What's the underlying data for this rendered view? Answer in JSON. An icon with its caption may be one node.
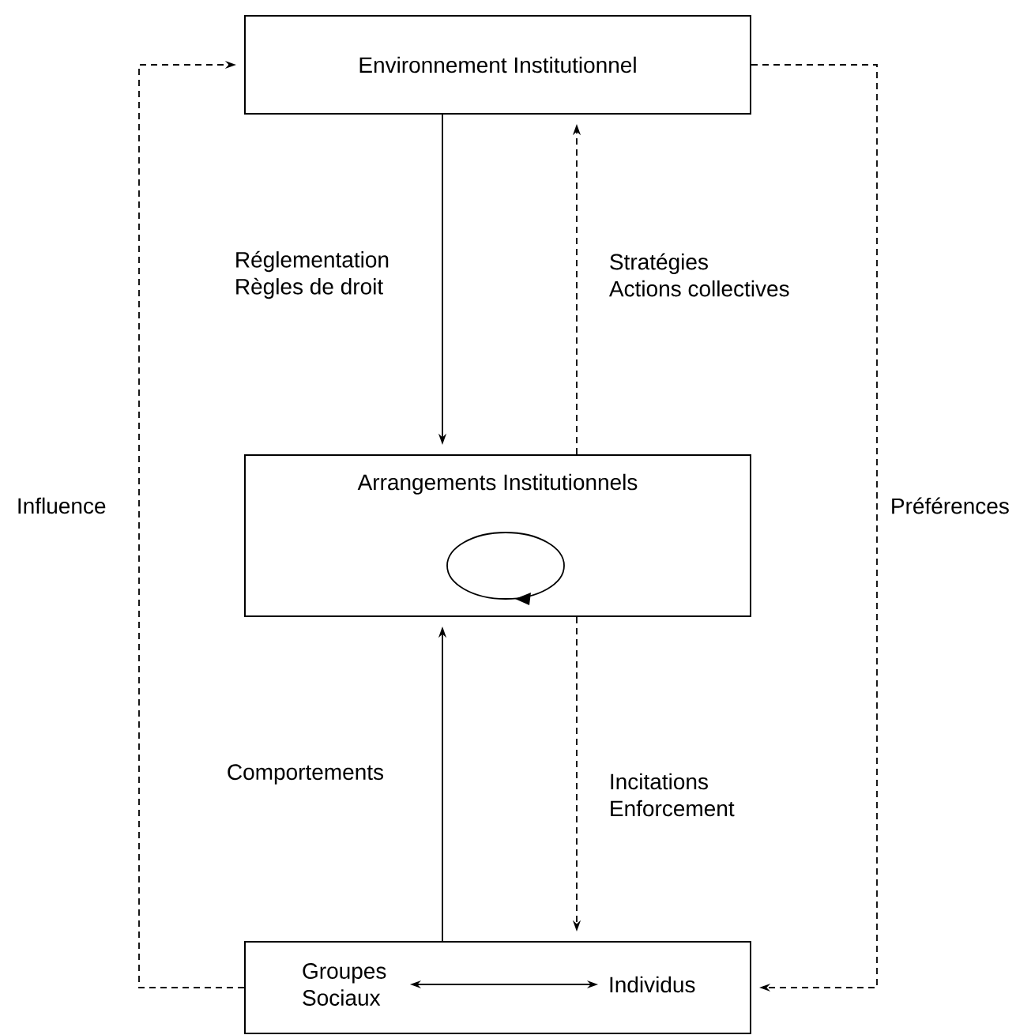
{
  "diagram": {
    "nodes": [
      {
        "text": [
          "Environnement Institutionnel"
        ]
      },
      {
        "text": [
          "Arrangements Institutionnels"
        ]
      },
      {
        "text": [],
        "shape": "box"
      },
      {
        "text": [
          "Groupes Sociaux"
        ],
        "in": 2
      },
      {
        "text": [
          "Individus"
        ],
        "in": 2
      }
    ],
    "edges": [
      {
        "from": 0,
        "to": 1,
        "arrow": "to",
        "label": "Réglementation Règles de droit"
      },
      {
        "from": 1,
        "to": 0,
        "arrow": "to",
        "style": "dashed",
        "label": "Stratégies Actions collectives"
      },
      {
        "from": 2,
        "to": 1,
        "arrow": "to",
        "label": "Comportements"
      },
      {
        "from": 1,
        "to": 2,
        "arrow": "to",
        "style": "dashed",
        "label": "Incitations Enforcement"
      },
      {
        "from": 2,
        "to": 0,
        "arrow": "to",
        "style": "dashed",
        "label": "Influence"
      },
      {
        "from": 0,
        "to": 2,
        "arrow": "to",
        "style": "dashed",
        "label": "Préférences"
      },
      {
        "from": 3,
        "to": 4,
        "arrow": "both"
      }
    ]
  }
}
